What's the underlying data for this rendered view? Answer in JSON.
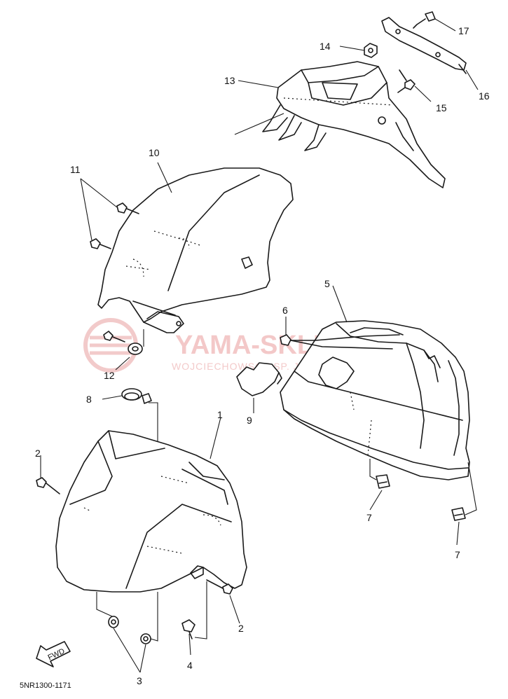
{
  "callouts": {
    "c1": "1",
    "c2a": "2",
    "c2b": "2",
    "c3": "3",
    "c4": "4",
    "c5": "5",
    "c6": "6",
    "c7a": "7",
    "c7b": "7",
    "c8": "8",
    "c9": "9",
    "c10": "10",
    "c11": "11",
    "c12": "12",
    "c13": "13",
    "c14": "14",
    "c15": "15",
    "c16": "16",
    "c17": "17"
  },
  "fwd_label": "FWD",
  "diagram_code": "5NR1300-1171",
  "watermark": {
    "title": "YAMA-SKLEP.PL",
    "subtitle": "WOJCIECHOWSCY SP. J. MAŁKOWSKI VA",
    "color": "#e9a0a0"
  }
}
